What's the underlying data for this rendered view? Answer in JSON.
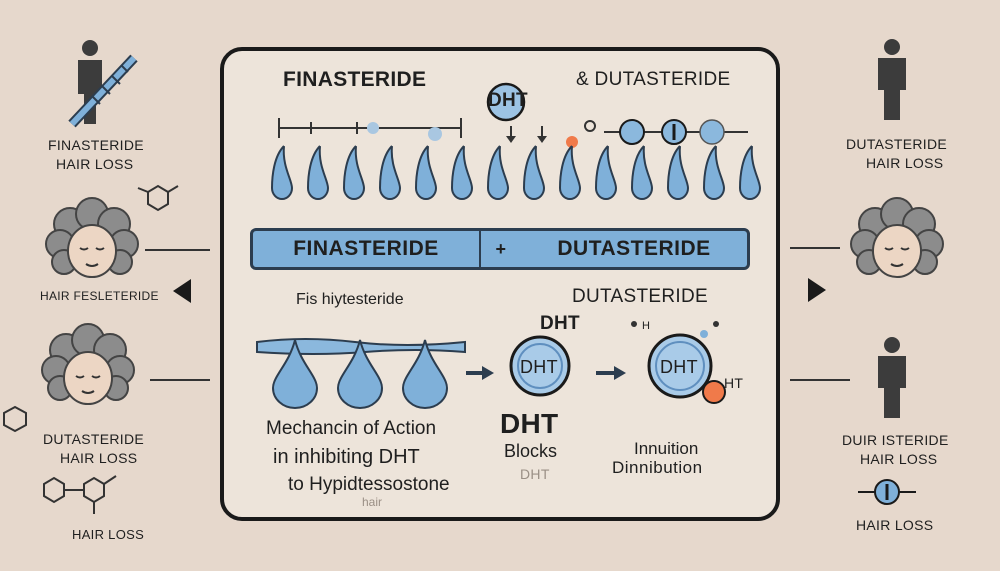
{
  "panel": {
    "title_left": "FINASTERIDE",
    "title_right": "& DUTASTERIDE",
    "top_badge": "DHT",
    "banner_left": "FINASTERIDE",
    "banner_mid": "+",
    "banner_right": "DUTASTERIDE",
    "sub_left": "Fis hiytesteride",
    "sub_right": "DUTASTERIDE",
    "dht_label": "DHT",
    "bubble1": "DHT",
    "bubble2": "DHT",
    "bubble2_side": "HT",
    "small_h": "H",
    "mech_line1": "Mechancin of Action",
    "mech_line2": "in inhibiting DHT",
    "mech_line3": "to Hypidtessostone",
    "mech_faint": "hair",
    "dht_blocks_1": "DHT",
    "dht_blocks_2": "Blocks",
    "dht_faint": "DHT",
    "inhib_1": "Innuition",
    "inhib_2": "Dinnibution"
  },
  "left": {
    "label1_line1": "FINASTERIDE",
    "label1_line2": "Hair Loss",
    "label2": "Hair Fesleteride",
    "label3_line1": "DUTASTERIDE",
    "label3_line2": "Hair Loss",
    "label4": "Hair Loss"
  },
  "right": {
    "label1_line1": "DUTASTERIDE",
    "label1_line2": "Hair Loss",
    "label2_line1": "DUIR ISTERIDE",
    "label2_line2": "Hair Loss",
    "label3": "Hair Loss"
  },
  "colors": {
    "background": "#e6d8cc",
    "panel": "#ede4da",
    "accent_blue": "#7fb0d9",
    "drop_blue": "#7fb0d9",
    "orange": "#f07a4a",
    "dark": "#1a1a1a"
  }
}
